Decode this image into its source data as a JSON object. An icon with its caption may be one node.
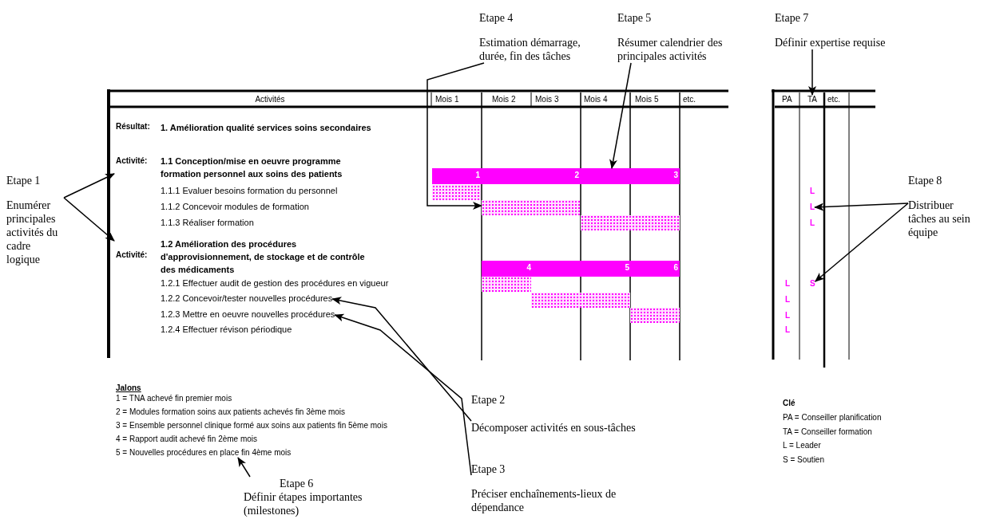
{
  "diagram": {
    "nodes": [
      {
        "text": [
          "Etape 4",
          "Estimation démarrage, durée, fin des tâches"
        ]
      },
      {
        "text": [
          "Etape 5",
          "Résumer calendrier des principales activités"
        ]
      },
      {
        "text": [
          "Etape 7",
          "Définir expertise requise"
        ]
      },
      {
        "text": [
          "TA"
        ]
      },
      {
        "text": [
          "Activité:",
          "1.1 Conception/mise en oeuvre programme formation personnel aux soins des patients"
        ]
      },
      {
        "text": [
          "1",
          "2",
          "3"
        ]
      },
      {
        "text": [],
        "shape": "bar"
      },
      {
        "text": [],
        "shape": "bar"
      },
      {
        "text": [
          "L"
        ]
      },
      {
        "text": [],
        "shape": "bar"
      },
      {
        "text": [
          "Activité:",
          "1.2 Amélioration des procédures d'approvisionnement, de stockage et de contrôle des médicaments"
        ]
      },
      {
        "text": [
          "4",
          "5",
          "6"
        ]
      },
      {
        "text": [],
        "shape": "bar"
      },
      {
        "text": [
          "S"
        ]
      },
      {
        "text": [
          "1.2.2 Concevoir/tester nouvelles procédures"
        ]
      },
      {
        "text": [],
        "shape": "bar"
      },
      {
        "text": [
          "1.2.3 Mettre en oeuvre nouvelles procédures"
        ]
      },
      {
        "text": [],
        "shape": "bar"
      },
      {
        "text": [
          "Etape 1",
          "Enumérer principales activités du cadre logique"
        ]
      },
      {
        "text": [
          "Etape 8",
          "Distribuer tâches au sein équipe"
        ]
      },
      {
        "text": [
          "5 = Nouvelles procédures en place fin 4ème mois"
        ]
      },
      {
        "text": [
          "Etape 2",
          "Décomposer activités en sous-tâches"
        ]
      },
      {
        "text": [
          "Etape 3",
          "Préciser enchaînements-lieux de dépendance"
        ]
      },
      {
        "text": [
          "Etape 6",
          "Définir étapes importantes (milestones)"
        ]
      }
    ],
    "edges": [
      {
        "from": 0,
        "to": 7,
        "arrow": "to"
      },
      {
        "from": 1,
        "to": 5,
        "arrow": "to"
      },
      {
        "from": 2,
        "to": 3,
        "arrow": "to"
      },
      {
        "from": 18,
        "to": 4,
        "arrow": "to"
      },
      {
        "from": 18,
        "to": 10,
        "arrow": "to"
      },
      {
        "from": 19,
        "to": 8,
        "arrow": "to"
      },
      {
        "from": 19,
        "to": 13,
        "arrow": "to"
      },
      {
        "from": 21,
        "to": 14,
        "arrow": "to"
      },
      {
        "from": 22,
        "to": 16,
        "arrow": "to"
      },
      {
        "from": 23,
        "to": 20,
        "arrow": "to"
      }
    ],
    "labels": [
      "Activités",
      "Mois 1",
      "Mois 2",
      "Mois 3",
      "Mois 4",
      "Mois 5",
      "etc.",
      "PA",
      "etc.",
      "Résultat:",
      "1. Amélioration qualité services soins secondaires",
      "1.1.1 Evaluer besoins formation du personnel",
      "L",
      "1.1.2 Concevoir modules de formation",
      "1.1.3 Réaliser formation",
      "L",
      "1.2.1 Effectuer audit de gestion des procédures en vigueur",
      "L",
      "L",
      "L",
      "1.2.4 Effectuer révison périodique",
      "L",
      "Jalons",
      "1 = TNA achevé fin premier mois",
      "2 = Modules formation soins aux patients achevés fin 3ème mois",
      "3 = Ensemble personnel clinique formé aux soins aux patients fin 5ème mois",
      "4 = Rapport audit achevé fin 2ème mois",
      "Clé",
      "PA = Conseiller planification",
      "TA = Conseiller formation",
      "L = Leader",
      "S = Soutien"
    ]
  }
}
